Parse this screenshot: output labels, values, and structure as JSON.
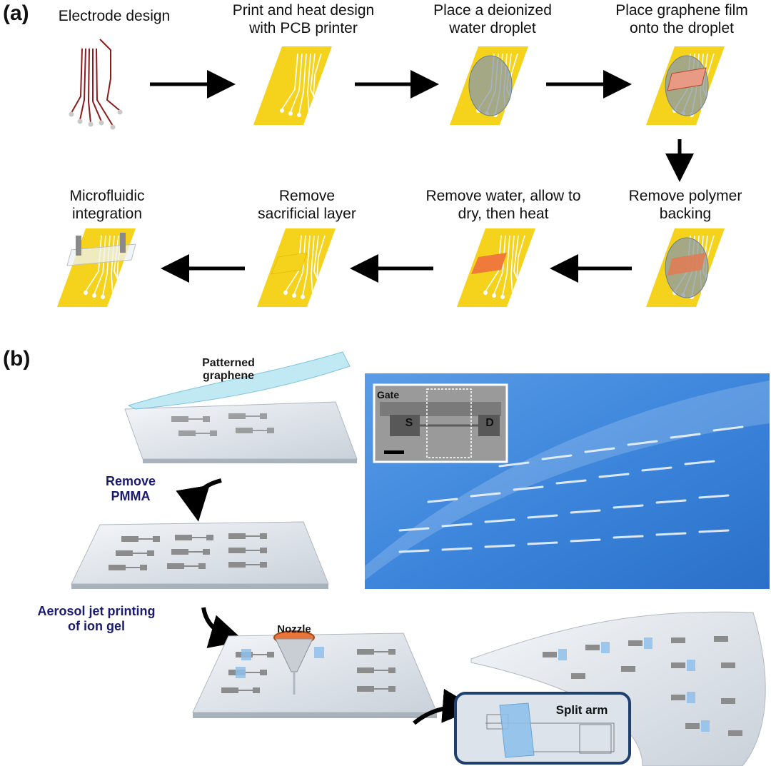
{
  "panel_a": {
    "label": "(a)",
    "steps": [
      {
        "id": "electrode-design",
        "text": "Electrode design"
      },
      {
        "id": "print-heat",
        "text": "Print and heat design\nwith PCB printer"
      },
      {
        "id": "water-droplet",
        "text": "Place a deionized\nwater droplet"
      },
      {
        "id": "graphene-film",
        "text": "Place graphene film\nonto the droplet"
      },
      {
        "id": "remove-backing",
        "text": "Remove polymer\nbacking"
      },
      {
        "id": "remove-water",
        "text": "Remove water, allow to\ndry, then heat"
      },
      {
        "id": "remove-sacrificial",
        "text": "Remove\nsacrificial layer"
      },
      {
        "id": "microfluidic",
        "text": "Microfluidic\nintegration"
      }
    ]
  },
  "panel_b": {
    "label": "(b)",
    "patterned_graphene": "Patterned\ngraphene",
    "remove_pmma": "Remove\nPMMA",
    "aerosol_jet": "Aerosol jet printing\nof ion gel",
    "nozzle": "Nozzle",
    "split_arm": "Split arm",
    "inset": {
      "gate": "Gate",
      "source": "S",
      "drain": "D"
    }
  },
  "colors": {
    "substrate_yellow": "#f5d21c",
    "trace_red": "#8b1c1c",
    "photo_blue": "#3d86dc",
    "heading_navy": "#1a1a6e",
    "gel_blue": "#8fc0ea",
    "graphene_orange": "#e8753a"
  }
}
